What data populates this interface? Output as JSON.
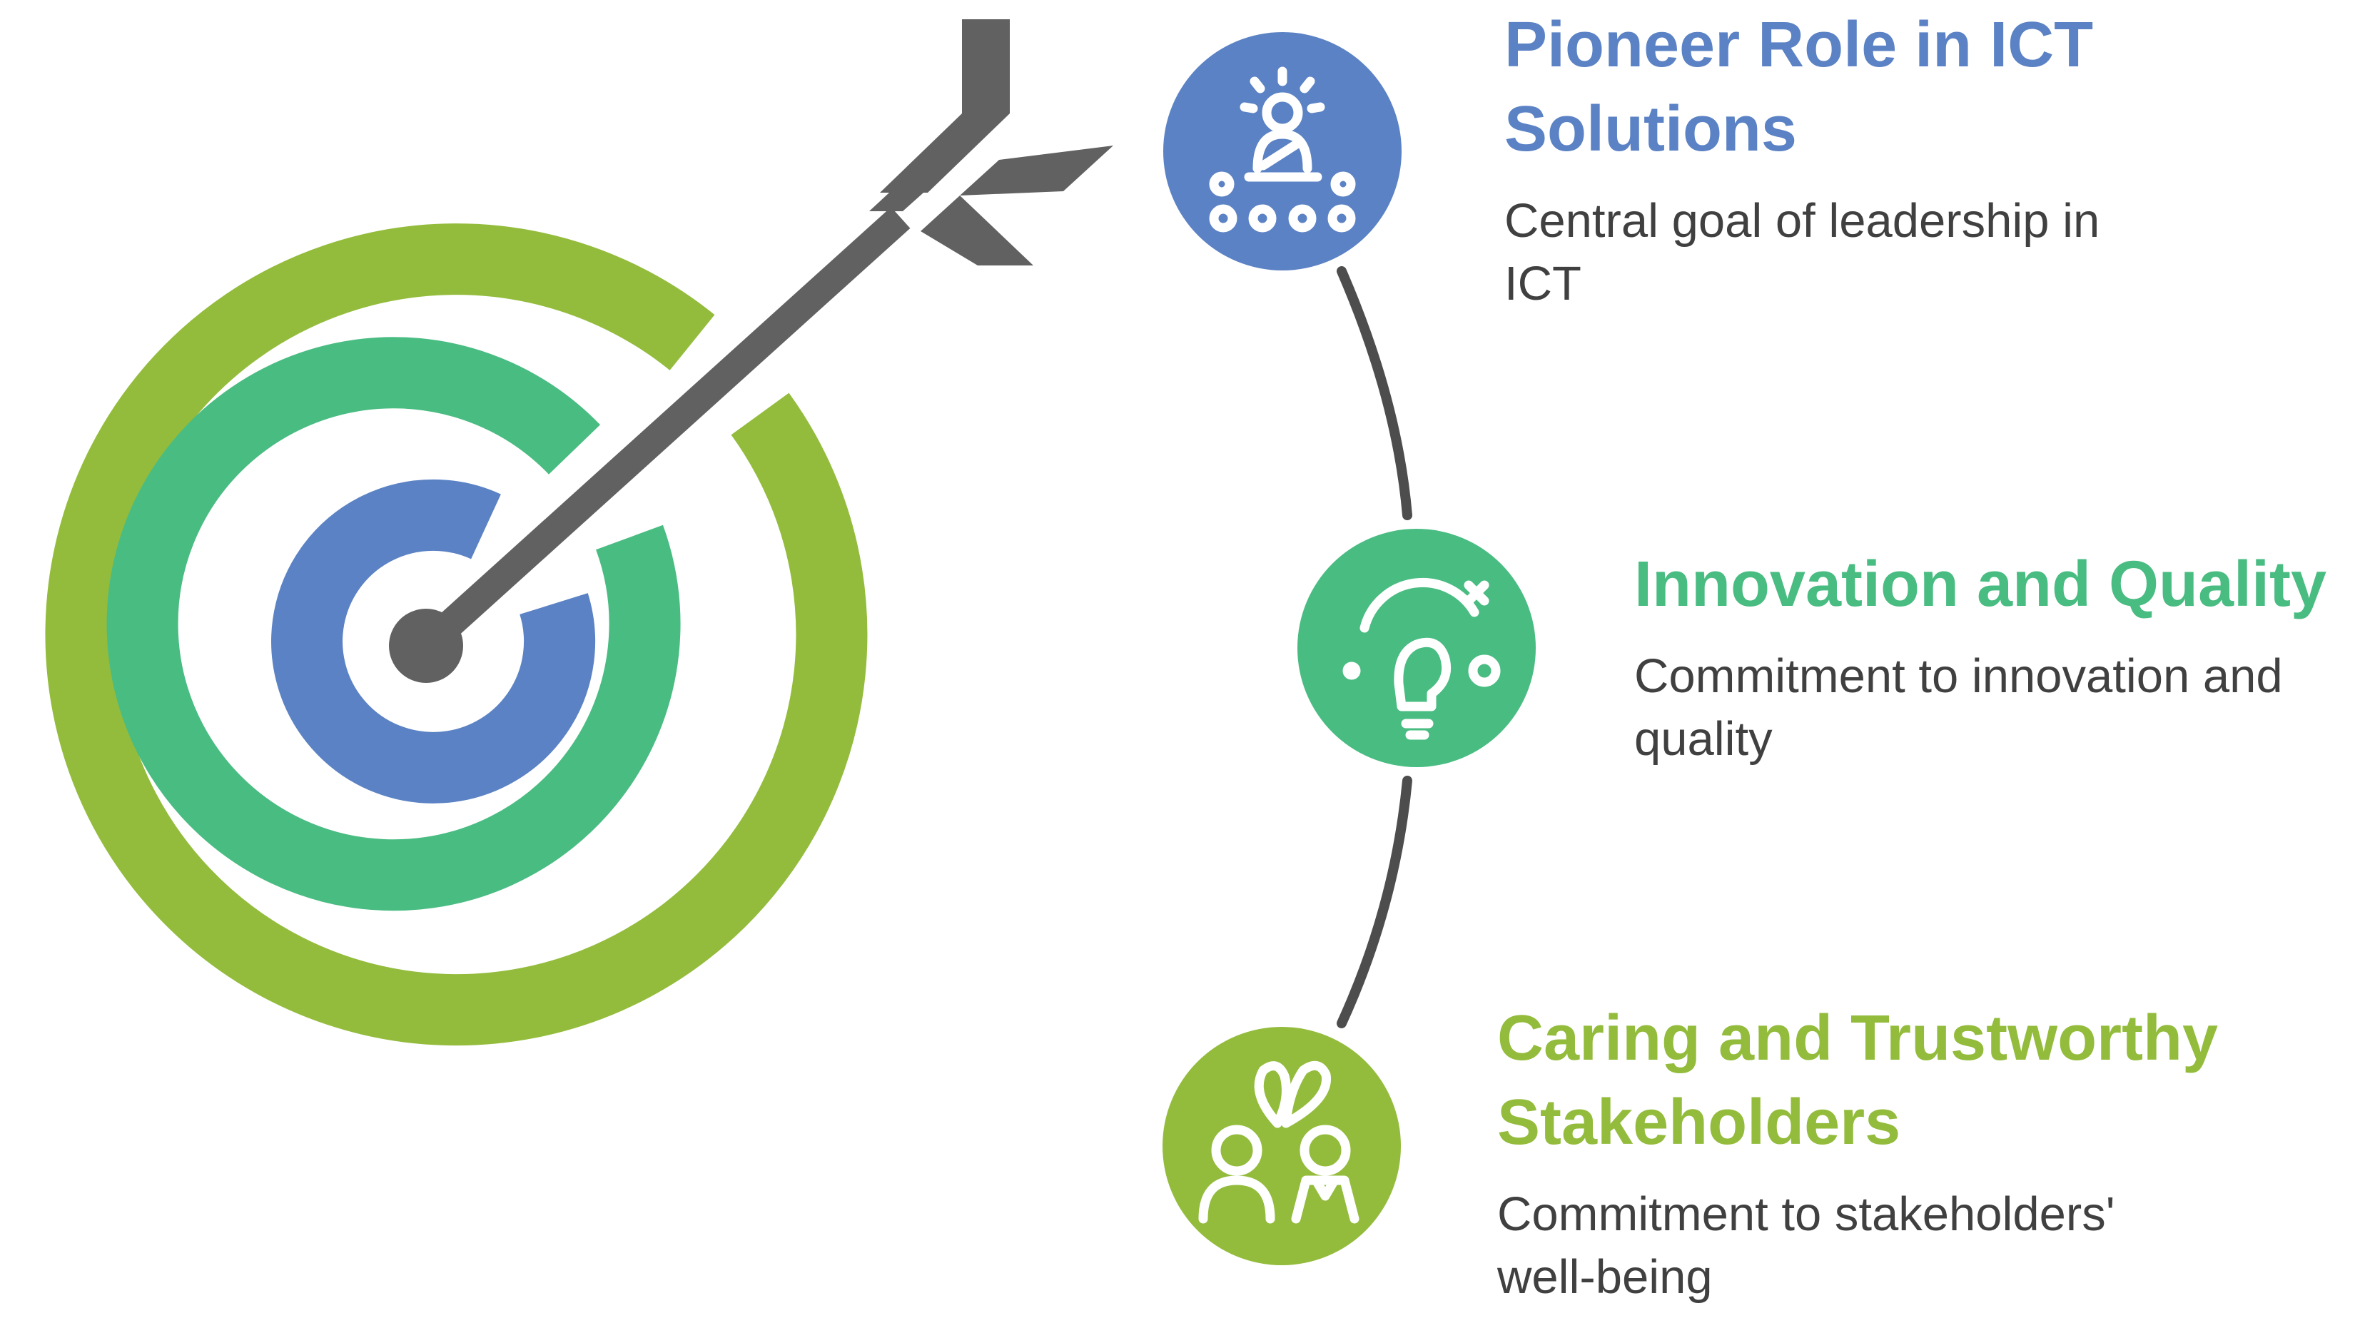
{
  "colors": {
    "outer_ring": "#93BC3C",
    "middle_ring": "#49BC82",
    "inner_ring": "#5B82C4",
    "arrow": "#616161",
    "connector": "#4D4D4D"
  },
  "items": [
    {
      "title": "Pioneer Role in ICT Solutions",
      "description": "Central goal of leadership in ICT",
      "color": "#5B82C4",
      "icon": "leader-podium-icon"
    },
    {
      "title": "Innovation and Quality",
      "description": "Commitment to innovation and quality",
      "color": "#49BC82",
      "icon": "lightbulb-idea-icon"
    },
    {
      "title": "Caring and Trustworthy Stakeholders",
      "description": "Commitment to stakeholders' well-being",
      "color": "#93BC3C",
      "icon": "caring-people-icon"
    }
  ]
}
